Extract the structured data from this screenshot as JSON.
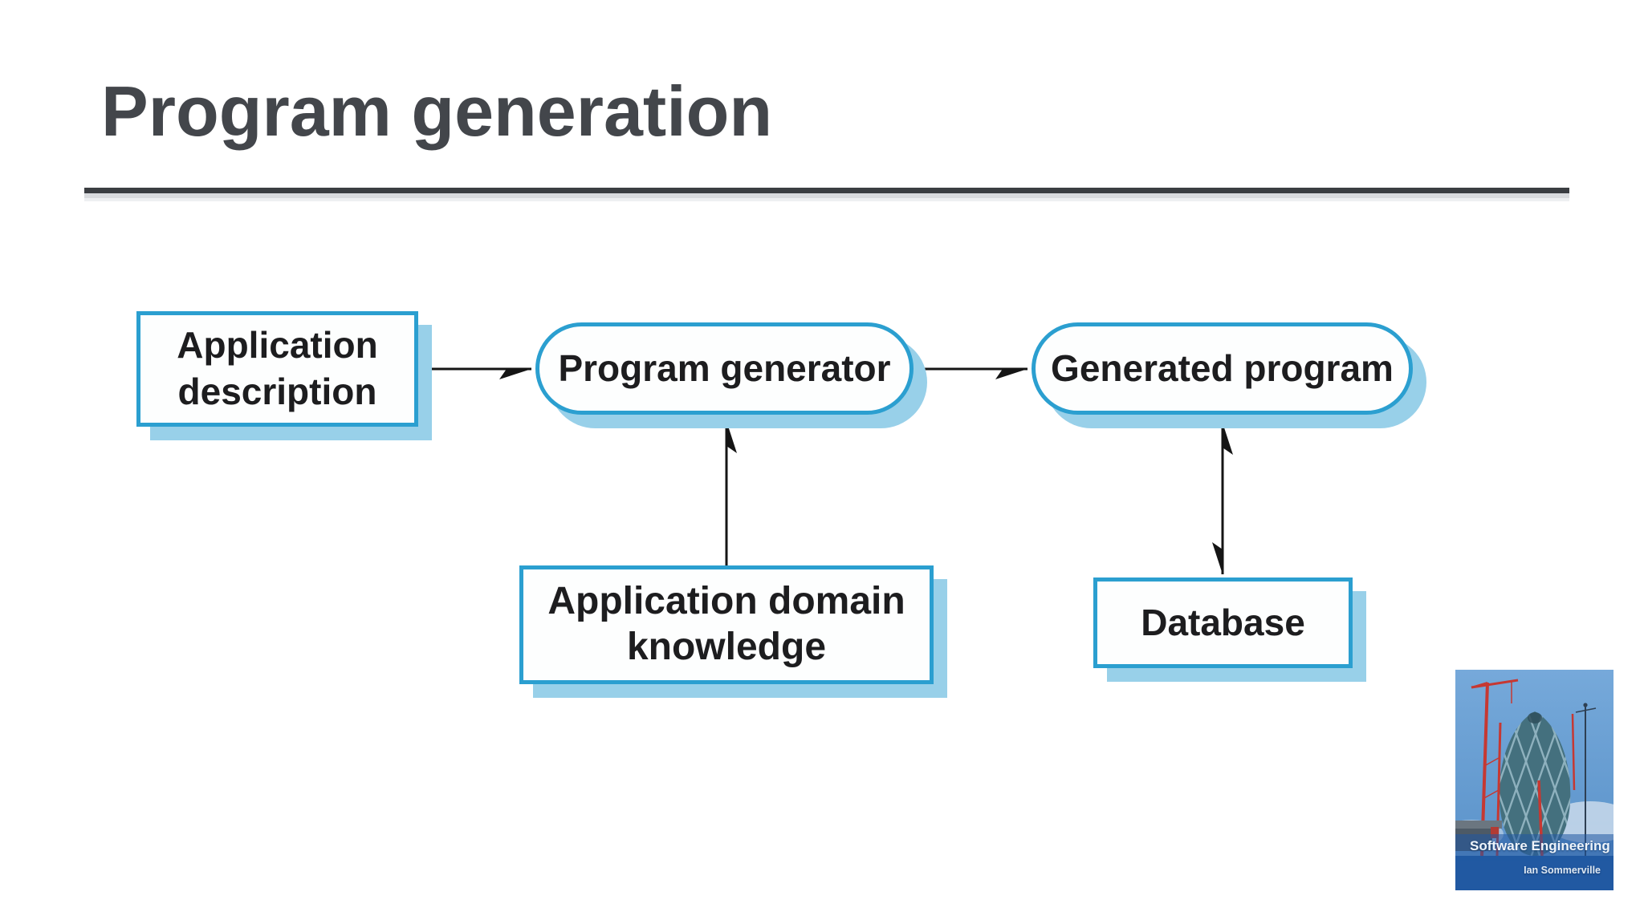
{
  "slide": {
    "title": "Program generation",
    "background_color": "#ffffff",
    "title_color": "#43464b",
    "rule_color": "#3b3e42"
  },
  "diagram": {
    "accent_border_color": "#2b9fd0",
    "shadow_color": "#98d0e9",
    "arrow_color": "#151515",
    "nodes": [
      {
        "id": "application-description",
        "shape": "rectangle",
        "label": "Application\ndescription"
      },
      {
        "id": "program-generator",
        "shape": "rounded",
        "label": "Program generator"
      },
      {
        "id": "generated-program",
        "shape": "rounded",
        "label": "Generated program"
      },
      {
        "id": "application-domain-knowledge",
        "shape": "rectangle",
        "label": "Application domain\nknowledge"
      },
      {
        "id": "database",
        "shape": "rectangle",
        "label": "Database"
      }
    ],
    "edges": [
      {
        "from": "application-description",
        "to": "program-generator",
        "style": "arrow"
      },
      {
        "from": "program-generator",
        "to": "generated-program",
        "style": "arrow"
      },
      {
        "from": "application-domain-knowledge",
        "to": "program-generator",
        "style": "arrow"
      },
      {
        "from": "generated-program",
        "to": "database",
        "style": "double-arrow"
      }
    ]
  },
  "book_cover": {
    "title": "Software Engineering",
    "author": "Ian Sommerville"
  }
}
